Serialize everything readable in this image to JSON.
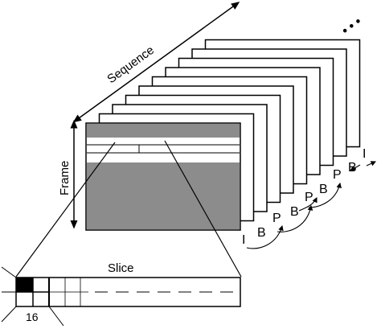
{
  "labels": {
    "sequence": "Sequence",
    "frame": "Frame",
    "slice": "Slice",
    "block_size": "16"
  },
  "frame_types": [
    {
      "id": "t1",
      "letter": "I"
    },
    {
      "id": "t2",
      "letter": "B"
    },
    {
      "id": "t3",
      "letter": "P"
    },
    {
      "id": "t4",
      "letter": "B"
    },
    {
      "id": "t5",
      "letter": "P"
    },
    {
      "id": "t6",
      "letter": "B"
    },
    {
      "id": "t7",
      "letter": "P"
    },
    {
      "id": "t8",
      "letter": "B"
    },
    {
      "id": "t9",
      "letter": "I"
    }
  ],
  "ellipsis": "• • •",
  "colors": {
    "frame_fill": "#ffffff",
    "frame_stroke": "#000000",
    "gray": "#8c8c8c",
    "macroblock": "#000000"
  }
}
